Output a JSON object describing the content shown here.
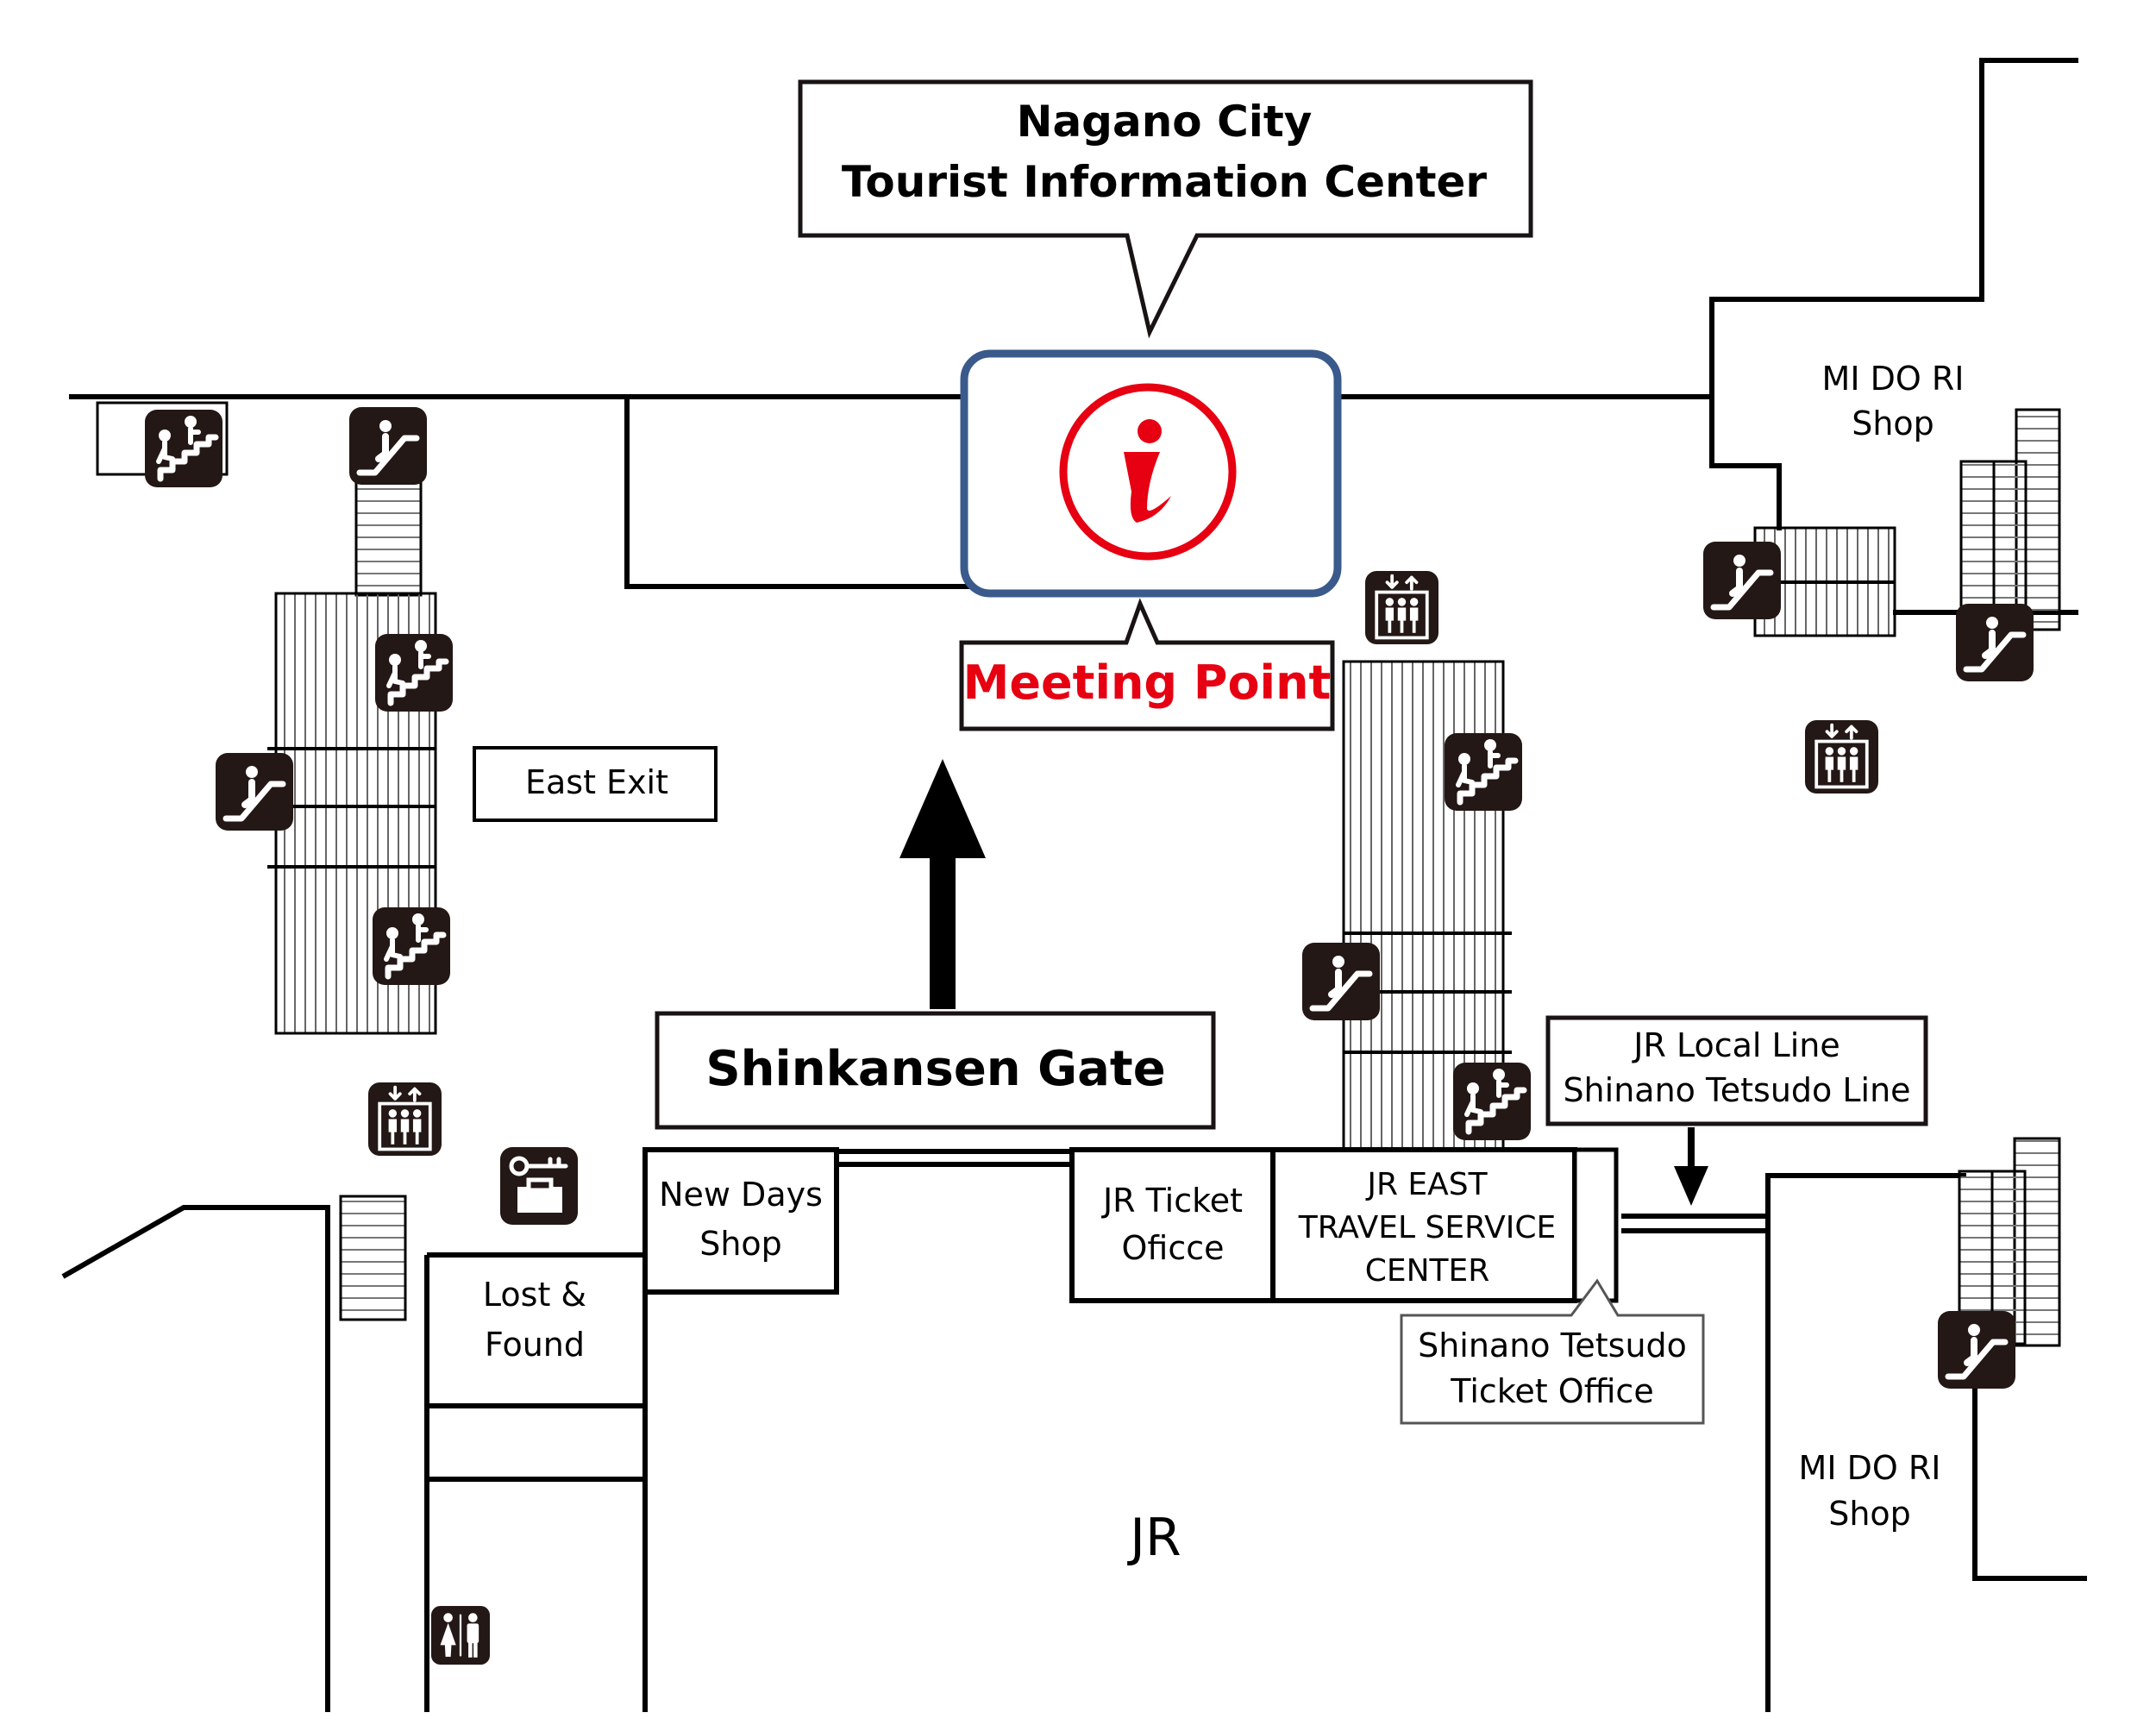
{
  "map": {
    "title": "Nagano Station Floor Map",
    "tourist_info_callout": {
      "line1": "Nagano City",
      "line2": "Tourist Information Center"
    },
    "meeting_point": "Meeting Point",
    "shinkansen_gate": "Shinkansen Gate",
    "east_exit": "East Exit",
    "midori_shop_top": {
      "line1": "MI DO RI",
      "line2": "Shop"
    },
    "midori_shop_bottom": {
      "line1": "MI DO RI",
      "line2": "Shop"
    },
    "jr_local_line": {
      "line1": "JR Local Line",
      "line2": "Shinano Tetsudo Line"
    },
    "new_days_shop": {
      "line1": "New Days",
      "line2": "Shop"
    },
    "jr_ticket_office": {
      "line1": "JR Ticket",
      "line2": "Oficce"
    },
    "jr_east_travel": {
      "line1": "JR EAST",
      "line2": "TRAVEL SERVICE",
      "line3": "CENTER"
    },
    "shinano_ticket_office": {
      "line1": "Shinano Tetsudo",
      "line2": "Ticket Office"
    },
    "lost_found": {
      "line1": "Lost &",
      "line2": "Found"
    },
    "jr_area": "JR"
  },
  "icons": {
    "info": "information-icon",
    "stairs": "stairs-icon",
    "escalator": "escalator-icon",
    "elevator": "elevator-icon",
    "coin_locker": "coin-locker-icon",
    "restroom": "restroom-icon"
  },
  "colors": {
    "info_red": "#e60012",
    "info_frame_blue": "#3a5a8c",
    "meeting_point_red": "#e60012",
    "icon_dark": "#231815"
  }
}
